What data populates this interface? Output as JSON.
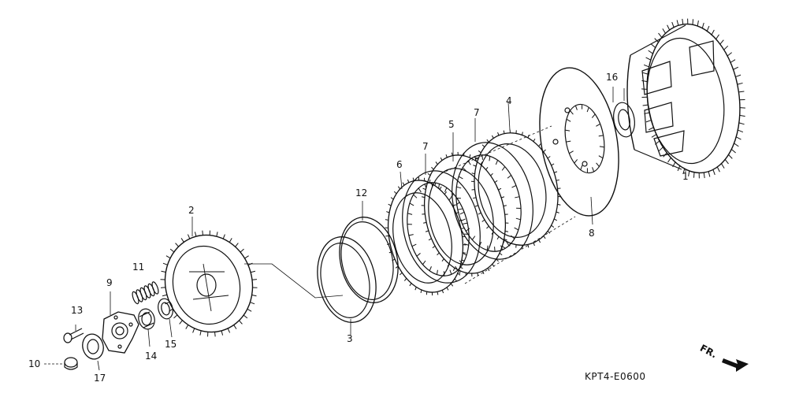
{
  "diagram": {
    "parts": [
      {
        "id": "p1",
        "number": "1"
      },
      {
        "id": "p2",
        "number": "2"
      },
      {
        "id": "p3",
        "number": "3"
      },
      {
        "id": "p4",
        "number": "4"
      },
      {
        "id": "p5",
        "number": "5"
      },
      {
        "id": "p6",
        "number": "6"
      },
      {
        "id": "p7a",
        "number": "7"
      },
      {
        "id": "p7b",
        "number": "7"
      },
      {
        "id": "p8",
        "number": "8"
      },
      {
        "id": "p9",
        "number": "9"
      },
      {
        "id": "p10",
        "number": "10"
      },
      {
        "id": "p11",
        "number": "11"
      },
      {
        "id": "p12",
        "number": "12"
      },
      {
        "id": "p13",
        "number": "13"
      },
      {
        "id": "p14",
        "number": "14"
      },
      {
        "id": "p15",
        "number": "15"
      },
      {
        "id": "p16",
        "number": "16"
      },
      {
        "id": "p17",
        "number": "17"
      }
    ],
    "direction_marker": "FR.",
    "figure_code": "KPT4-E0600"
  }
}
